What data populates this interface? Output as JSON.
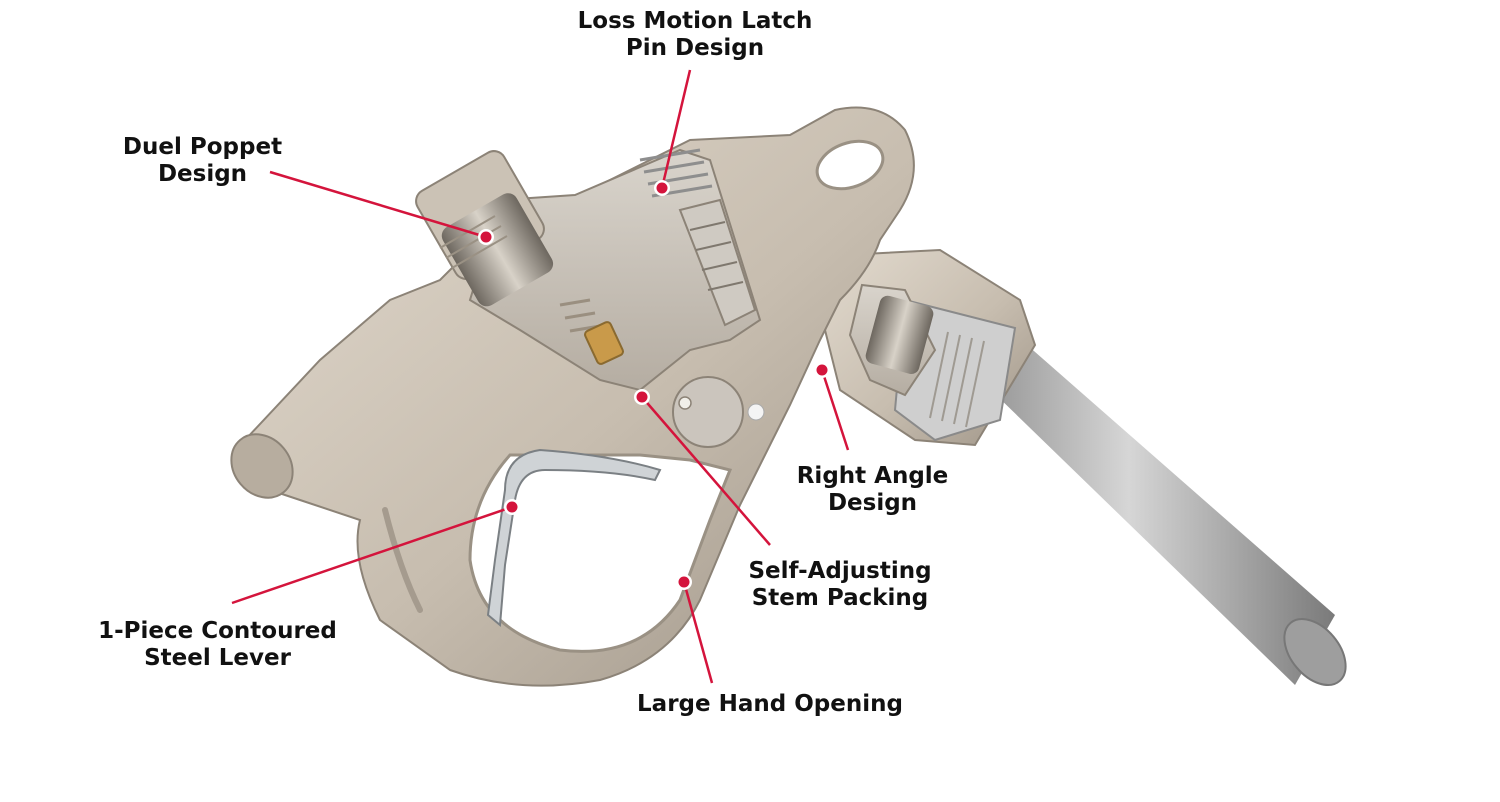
{
  "colors": {
    "callout_line": "#d4143c",
    "callout_dot": "#d4143c",
    "label_text": "#111111",
    "metal_light": "#d8cfc2",
    "metal_mid": "#bcb2a4",
    "metal_dark": "#8f867a",
    "steel": "#b9b9b9",
    "steel_dark": "#7e7e7e"
  },
  "callouts": [
    {
      "id": "loss-motion-latch-pin",
      "lines": [
        "Loss Motion Latch",
        "Pin Design"
      ]
    },
    {
      "id": "duel-poppet",
      "lines": [
        "Duel Poppet",
        "Design"
      ]
    },
    {
      "id": "right-angle",
      "lines": [
        "Right Angle",
        "Design"
      ]
    },
    {
      "id": "self-adjusting-stem-packing",
      "lines": [
        "Self-Adjusting",
        "Stem Packing"
      ]
    },
    {
      "id": "one-piece-steel-lever",
      "lines": [
        "1-Piece Contoured",
        "Steel Lever"
      ]
    },
    {
      "id": "large-hand-opening",
      "lines": [
        "Large Hand Opening"
      ]
    }
  ]
}
